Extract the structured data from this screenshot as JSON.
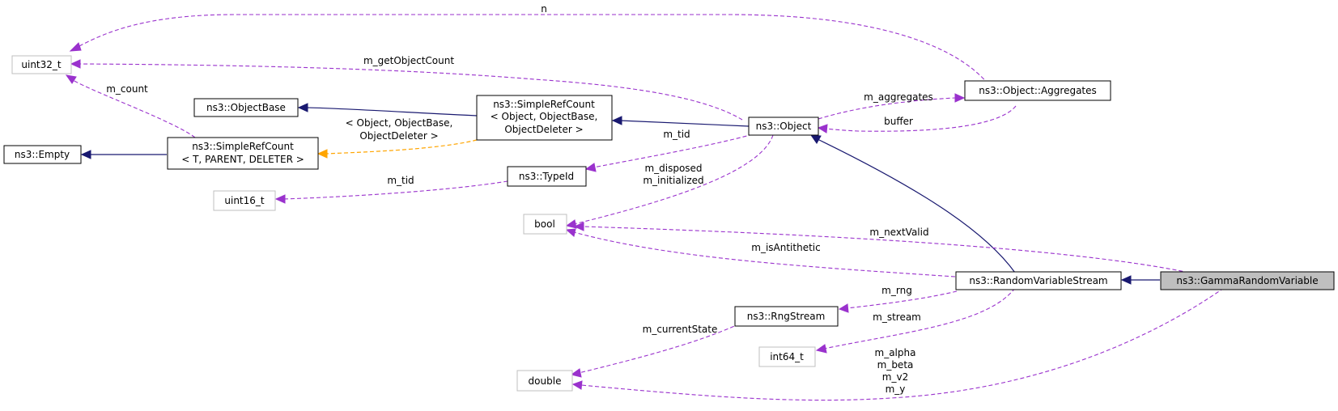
{
  "nodes": {
    "uint32": "uint32_t",
    "objectbase": "ns3::ObjectBase",
    "empty": "ns3::Empty",
    "simplerefcount_generic": [
      "ns3::SimpleRefCount",
      "< T, PARENT, DELETER >"
    ],
    "simplerefcount_object": [
      "ns3::SimpleRefCount",
      "< Object, ObjectBase,",
      "ObjectDeleter >"
    ],
    "object": "ns3::Object",
    "aggregates": "ns3::Object::Aggregates",
    "typeid": "ns3::TypeId",
    "uint16": "uint16_t",
    "bool": "bool",
    "randomvariablestream": "ns3::RandomVariableStream",
    "gammarandomvariable": "ns3::GammaRandomVariable",
    "rngstream": "ns3::RngStream",
    "int64": "int64_t",
    "double": "double"
  },
  "edges": {
    "n": "n",
    "m_getobjectcount": "m_getObjectCount",
    "m_count": "m_count",
    "template_args": [
      "< Object, ObjectBase,",
      "ObjectDeleter >"
    ],
    "m_aggregates": "m_aggregates",
    "buffer": "buffer",
    "m_tid_object": "m_tid",
    "m_tid_typeid": "m_tid",
    "m_disposed_initialized": [
      "m_disposed",
      "m_initialized"
    ],
    "m_nextvalid": "m_nextValid",
    "m_isantithetic": "m_isAntithetic",
    "m_rng": "m_rng",
    "m_stream": "m_stream",
    "m_currentstate": "m_currentState",
    "gamma_doubles": [
      "m_alpha",
      "m_beta",
      "m_v2",
      "m_y"
    ]
  }
}
